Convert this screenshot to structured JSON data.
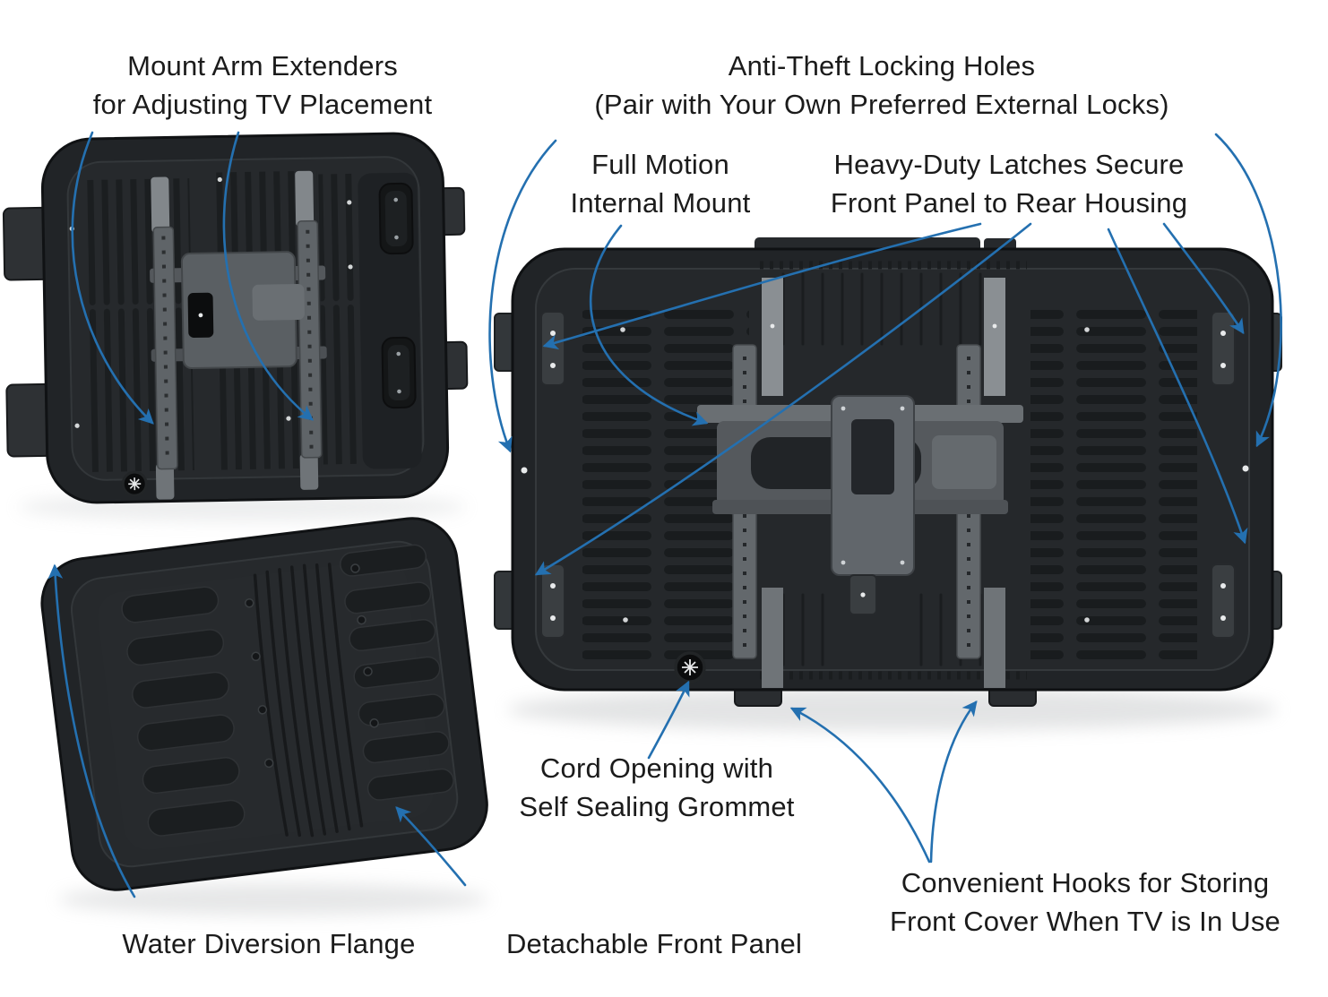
{
  "figure": {
    "kind": "annotated-product-diagram",
    "subject": "Outdoor TV enclosure with internal full-motion mount, rear housing and detachable front panel",
    "background_color": "#ffffff",
    "text_color": "#1b1b1b",
    "arrow_color": "#2470b0",
    "enclosure_color": "#212427",
    "mount_color": "#63686c"
  },
  "callouts": [
    {
      "id": "mount-arm-extenders",
      "text": "Mount Arm Extenders\nfor Adjusting TV Placement"
    },
    {
      "id": "anti-theft-locking-holes",
      "text": "Anti-Theft Locking Holes\n(Pair with Your Own Preferred External Locks)"
    },
    {
      "id": "full-motion-internal-mount",
      "text": "Full Motion\nInternal Mount"
    },
    {
      "id": "heavy-duty-latches",
      "text": "Heavy-Duty Latches Secure\nFront Panel to Rear Housing"
    },
    {
      "id": "cord-opening",
      "text": "Cord Opening with\nSelf Sealing Grommet"
    },
    {
      "id": "convenient-hooks",
      "text": "Convenient Hooks for Storing\nFront Cover When TV is In Use"
    },
    {
      "id": "water-diversion-flange",
      "text": "Water Diversion Flange"
    },
    {
      "id": "detachable-front-panel",
      "text": "Detachable Front Panel"
    }
  ]
}
